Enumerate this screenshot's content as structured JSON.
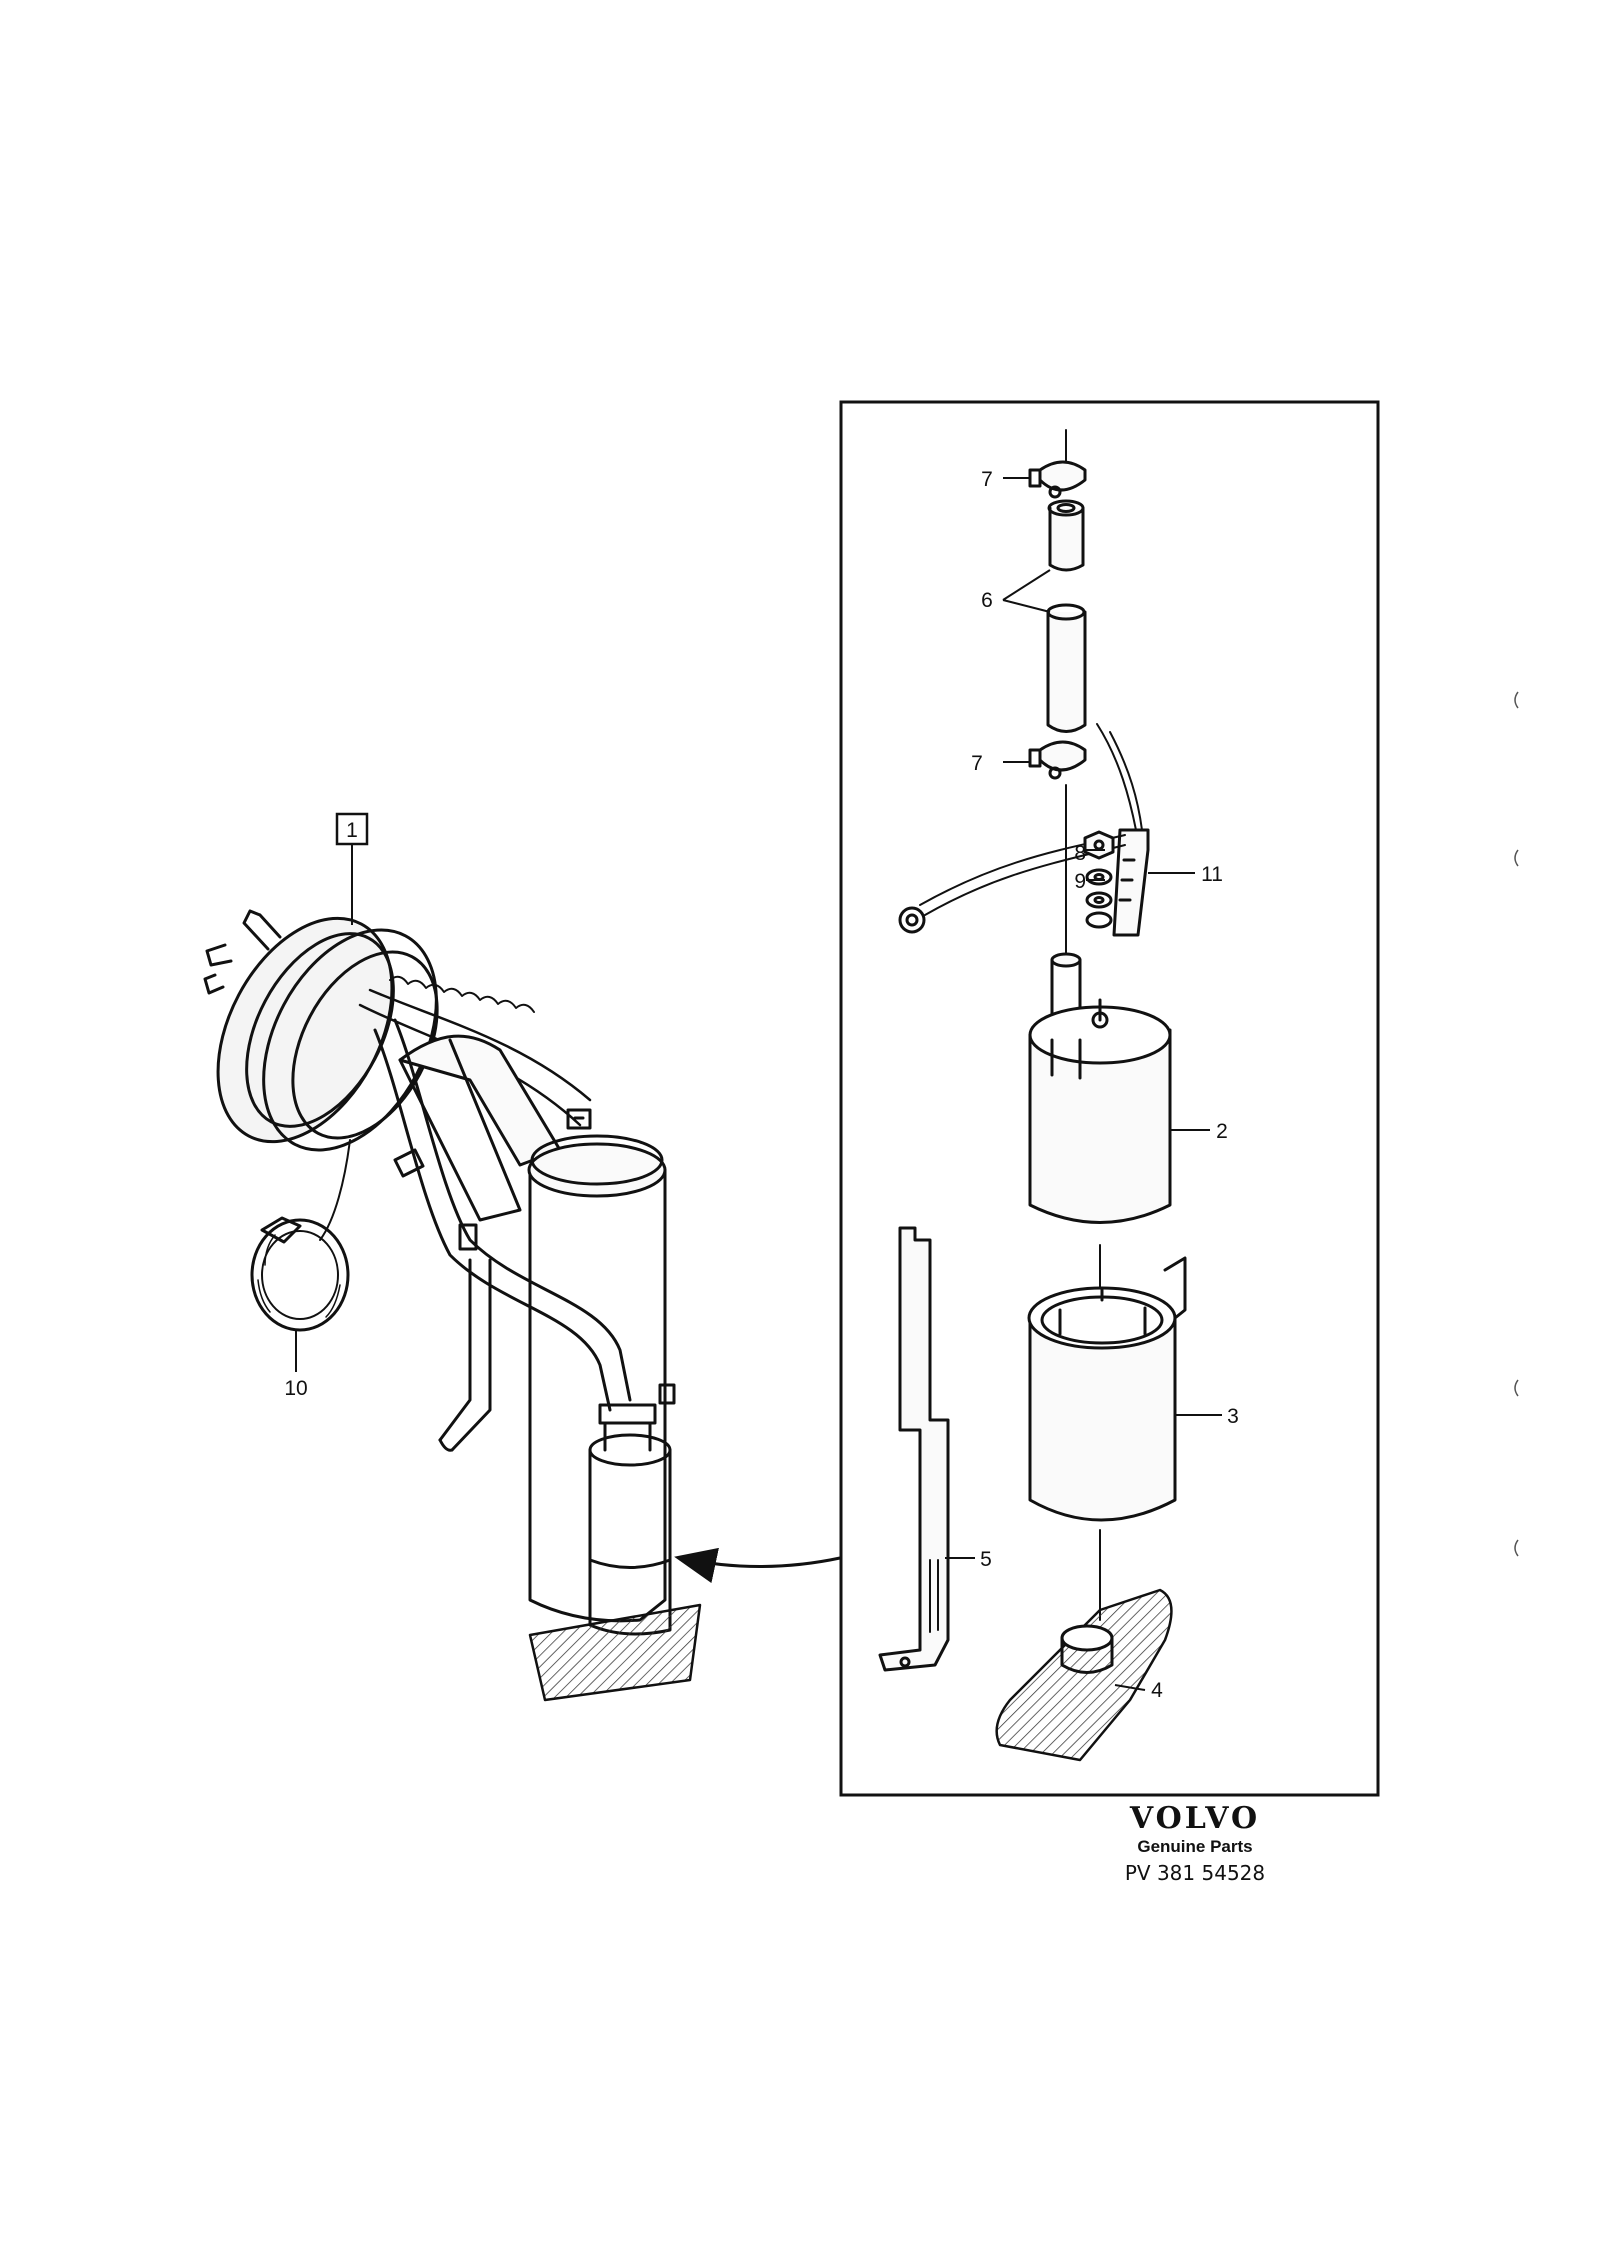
{
  "callouts": {
    "c1": "1",
    "c2": "2",
    "c3": "3",
    "c4": "4",
    "c5": "5",
    "c6": "6",
    "c7a": "7",
    "c7b": "7",
    "c8": "8",
    "c9": "9",
    "c10": "10",
    "c11": "11"
  },
  "footer": {
    "brand": "VOLVO",
    "tagline": "Genuine Parts",
    "part_ref": "PV 381  54528"
  }
}
